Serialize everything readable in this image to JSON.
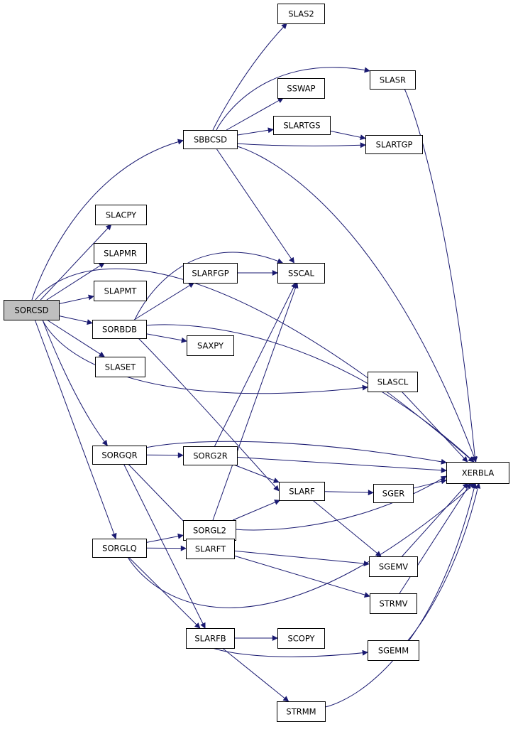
{
  "graph": {
    "root": "SORCSD",
    "nodes": [
      "SORCSD",
      "SBBCSD",
      "SLACPY",
      "SLAPMR",
      "SLAPMT",
      "SORBDB",
      "SLASET",
      "SORGQR",
      "SORGLQ",
      "SLAS2",
      "SLASR",
      "SSWAP",
      "SLARTGS",
      "SLARTGP",
      "SLARFGP",
      "SSCAL",
      "SAXPY",
      "SLASCL",
      "SORG2R",
      "SLARF",
      "SGER",
      "XERBLA",
      "SORGL2",
      "SLARFT",
      "SGEMV",
      "STRMV",
      "SLARFB",
      "SCOPY",
      "SGEMM",
      "STRMM"
    ],
    "edges": [
      [
        "SORCSD",
        "SBBCSD"
      ],
      [
        "SORCSD",
        "SLACPY"
      ],
      [
        "SORCSD",
        "SLAPMR"
      ],
      [
        "SORCSD",
        "SLAPMT"
      ],
      [
        "SORCSD",
        "SORBDB"
      ],
      [
        "SORCSD",
        "SLASET"
      ],
      [
        "SORCSD",
        "SLASCL"
      ],
      [
        "SORCSD",
        "XERBLA"
      ],
      [
        "SORCSD",
        "SORGQR"
      ],
      [
        "SORCSD",
        "SORGLQ"
      ],
      [
        "SBBCSD",
        "SLAS2"
      ],
      [
        "SBBCSD",
        "SLASR"
      ],
      [
        "SBBCSD",
        "SSWAP"
      ],
      [
        "SBBCSD",
        "SLARTGS"
      ],
      [
        "SBBCSD",
        "SLARTGP"
      ],
      [
        "SBBCSD",
        "SSCAL"
      ],
      [
        "SBBCSD",
        "XERBLA"
      ],
      [
        "SLARTGS",
        "SLARTGP"
      ],
      [
        "SLASR",
        "XERBLA"
      ],
      [
        "SORBDB",
        "SLARFGP"
      ],
      [
        "SORBDB",
        "SSCAL"
      ],
      [
        "SORBDB",
        "SAXPY"
      ],
      [
        "SORBDB",
        "SLARF"
      ],
      [
        "SORBDB",
        "XERBLA"
      ],
      [
        "SLARFGP",
        "SSCAL"
      ],
      [
        "SLASCL",
        "XERBLA"
      ],
      [
        "SORGQR",
        "SORG2R"
      ],
      [
        "SORGQR",
        "XERBLA"
      ],
      [
        "SORGQR",
        "SLARFT"
      ],
      [
        "SORGQR",
        "SLARFB"
      ],
      [
        "SORG2R",
        "SSCAL"
      ],
      [
        "SORG2R",
        "SLARF"
      ],
      [
        "SORG2R",
        "XERBLA"
      ],
      [
        "SLARF",
        "SGER"
      ],
      [
        "SLARF",
        "SGEMV"
      ],
      [
        "SGER",
        "XERBLA"
      ],
      [
        "SGEMV",
        "XERBLA"
      ],
      [
        "STRMV",
        "XERBLA"
      ],
      [
        "SGEMM",
        "XERBLA"
      ],
      [
        "STRMM",
        "XERBLA"
      ],
      [
        "SORGLQ",
        "SORGL2"
      ],
      [
        "SORGLQ",
        "SLARFT"
      ],
      [
        "SORGLQ",
        "SLARFB"
      ],
      [
        "SORGLQ",
        "XERBLA"
      ],
      [
        "SORGL2",
        "SSCAL"
      ],
      [
        "SORGL2",
        "SLARF"
      ],
      [
        "SORGL2",
        "XERBLA"
      ],
      [
        "SLARFT",
        "SGEMV"
      ],
      [
        "SLARFT",
        "STRMV"
      ],
      [
        "SLARFB",
        "SCOPY"
      ],
      [
        "SLARFB",
        "SGEMM"
      ],
      [
        "SLARFB",
        "STRMM"
      ]
    ]
  }
}
